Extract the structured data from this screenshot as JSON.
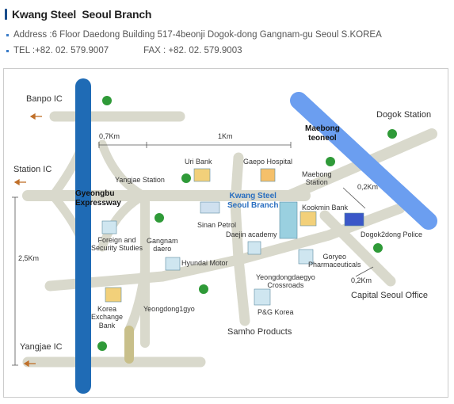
{
  "header": {
    "title": "Kwang Steel  Seoul Branch"
  },
  "info": {
    "address_label": "Address : ",
    "address_value": "6 Floor Daedong Building 517-4beonji Dogok-dong Gangnam-gu Seoul S.KOREA",
    "tel_label": "TEL : ",
    "tel_value": "+82. 02. 579.9007",
    "fax_label": "FAX : ",
    "fax_value": "+82. 02. 579.9003"
  },
  "map": {
    "labels": {
      "banpo_ic": "Banpo IC",
      "station_ic": "Station IC",
      "yangjae_ic": "Yangjae IC",
      "dogok_station": "Dogok Station",
      "maebong_teoneol": "Maebong\nteoneol",
      "gyeongbu": "Gyeongbu\nExpressway",
      "dist_07": "0,7Km",
      "dist_1": "1Km",
      "dist_25": "2,5Km",
      "dist_02a": "0,2Km",
      "dist_02b": "0,2Km",
      "uri_bank": "Uri Bank",
      "gaepo_hospital": "Gaepo Hospital",
      "yangjae_station": "Yangjae Station",
      "maebong_station": "Maebong\nStation",
      "kwang_steel": "Kwang Steel\nSeoul Branch",
      "kookmin_bank": "Kookmin Bank",
      "sinan_petrol": "Sinan Petrol",
      "daejin_academy": "Daejin academy",
      "dogok2dong_police": "Dogok2dong Police",
      "foreign_studies": "Foreign and\nSecurity Studies",
      "gangnam_daero": "Gangnam\ndaero",
      "hyundai_motor": "Hyundai Motor",
      "goryeo_pharma": "Goryeo\nPharmaceuticals",
      "yeongdong_crossroads": "Yeongdongdaegyo\nCrossroads",
      "korea_exchange_bank": "Korea\nExchange\nBank",
      "yeongdong1gyo": "Yeongdong1gyo",
      "pg_korea": "P&G Korea",
      "capital_seoul_office": "Capital Seoul Office",
      "samho_products": "Samho Products"
    },
    "colors": {
      "road": "#d9d9cc",
      "expressway": "#1f6bb5",
      "tunnel": "#6b9ef0",
      "tree": "#2f9a38",
      "building": "#9ad0e0",
      "highlight_road": "#c8bf8a",
      "label_blue": "#2a6fc0"
    }
  }
}
